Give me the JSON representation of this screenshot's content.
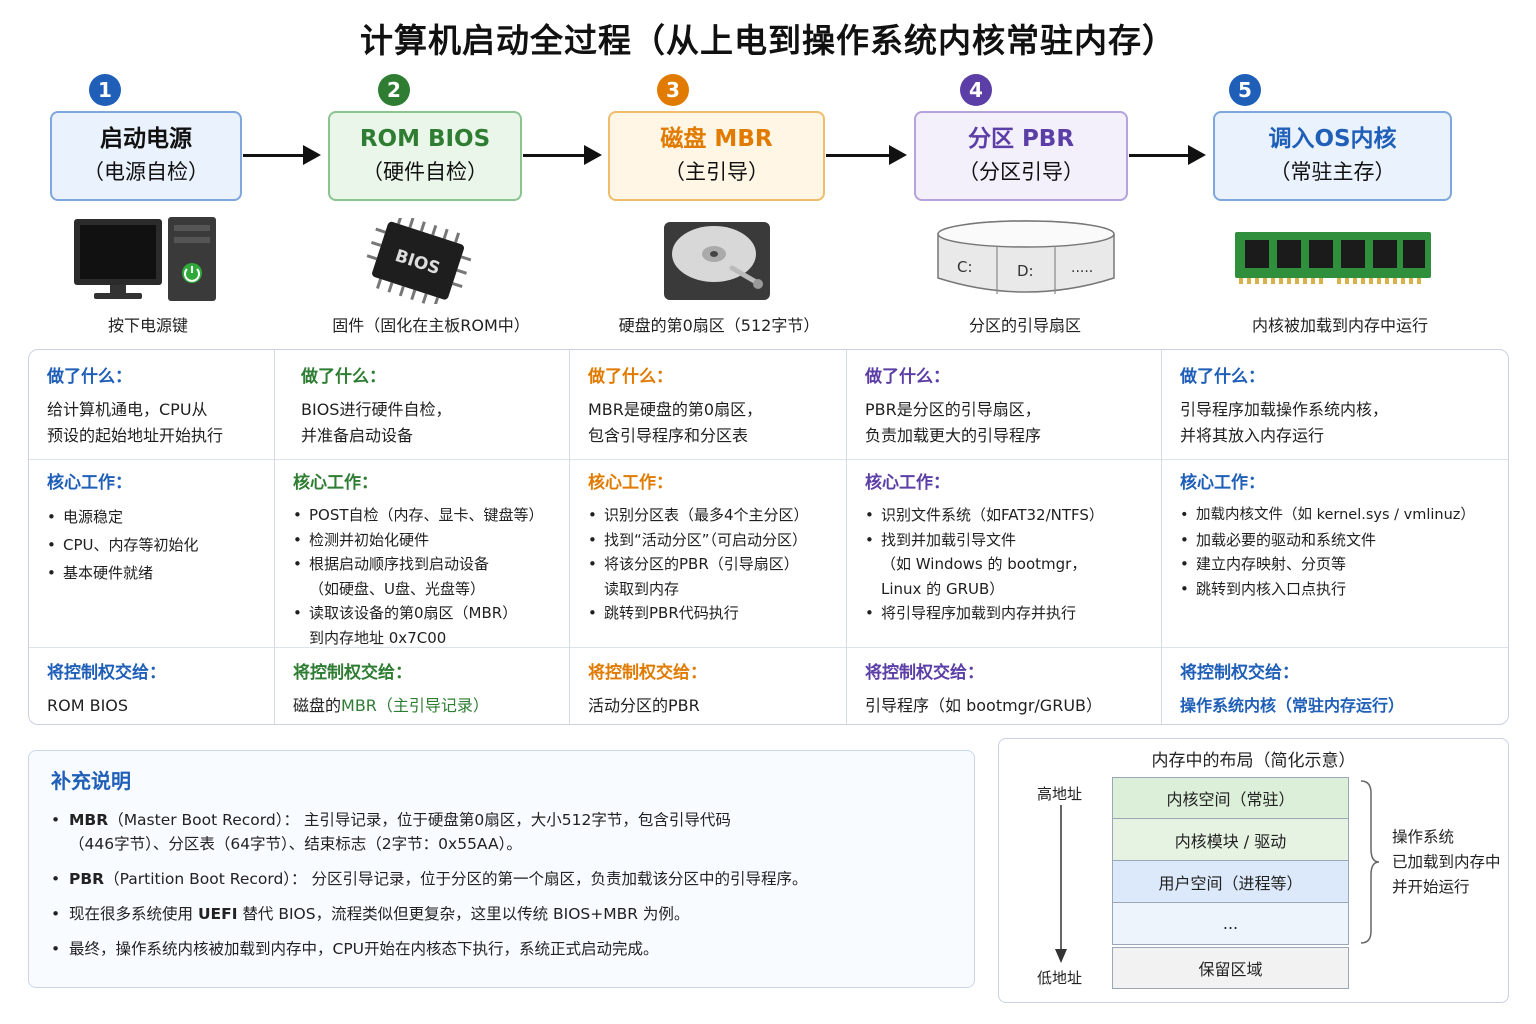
{
  "title": "计算机启动全过程（从上电到操作系统内核常驻内存）",
  "stages": [
    {
      "num": "1",
      "line1": "启动电源",
      "line2": "（电源自检）",
      "caption": "按下电源键",
      "icon": "computer-power-icon",
      "color": "#1f5fb8",
      "bg": "#eaf2fd",
      "border": "#7fa7de"
    },
    {
      "num": "2",
      "line1": "ROM BIOS",
      "line2": "（硬件自检）",
      "caption": "固件（固化在主板ROM中）",
      "icon": "bios-chip-icon",
      "color": "#2e7d32",
      "bg": "#eaf6ea",
      "border": "#8cc48f"
    },
    {
      "num": "3",
      "line1": "磁盘 MBR",
      "line2": "（主引导）",
      "caption": "硬盘的第0扇区（512字节）",
      "icon": "hard-disk-icon",
      "color": "#e07b00",
      "bg": "#fff6e6",
      "border": "#f0bd6c"
    },
    {
      "num": "4",
      "line1": "分区 PBR",
      "line2": "（分区引导）",
      "caption": "分区的引导扇区",
      "icon": "partition-disk-icon",
      "color": "#5b3ea6",
      "bg": "#f3effb",
      "border": "#b4a3dc"
    },
    {
      "num": "5",
      "line1": "调入OS内核",
      "line2": "（常驻主存）",
      "caption": "内核被加载到内存中运行",
      "icon": "memory-module-icon",
      "color": "#1f5fb8",
      "bg": "#eaf2fd",
      "border": "#7fa7de"
    }
  ],
  "columns": [
    {
      "color": "#1f5fb8",
      "what_label": "做了什么：",
      "what": [
        "给计算机通电，CPU从",
        "预设的起始地址开始执行"
      ],
      "core_label": "核心工作：",
      "core": [
        [
          "电源稳定"
        ],
        [
          "CPU、内存等初始化"
        ],
        [
          "基本硬件就绪"
        ]
      ],
      "handoff_label": "将控制权交给：",
      "handoff": "ROM BIOS"
    },
    {
      "color": "#2e7d32",
      "what_label": "做了什么：",
      "what": [
        "BIOS进行硬件自检，",
        "并准备启动设备"
      ],
      "core_label": "核心工作：",
      "core": [
        [
          "POST自检（内存、显卡、键盘等）"
        ],
        [
          "检测并初始化硬件"
        ],
        [
          "根据启动顺序找到启动设备",
          "（如硬盘、U盘、光盘等）"
        ],
        [
          "读取该设备的第0扇区（MBR）",
          "到内存地址 0x7C00"
        ]
      ],
      "handoff_label": "将控制权交给：",
      "handoff_pre": "磁盘的",
      "handoff": "MBR（主引导记录）"
    },
    {
      "color": "#e07b00",
      "what_label": "做了什么：",
      "what": [
        "MBR是硬盘的第0扇区，",
        "包含引导程序和分区表"
      ],
      "core_label": "核心工作：",
      "core": [
        [
          "识别分区表（最多4个主分区）"
        ],
        [
          "找到“活动分区”（可启动分区）"
        ],
        [
          "将该分区的PBR（引导扇区）",
          "读取到内存"
        ],
        [
          "跳转到PBR代码执行"
        ]
      ],
      "handoff_label": "将控制权交给：",
      "handoff": "活动分区的PBR"
    },
    {
      "color": "#5b3ea6",
      "what_label": "做了什么：",
      "what": [
        "PBR是分区的引导扇区，",
        "负责加载更大的引导程序"
      ],
      "core_label": "核心工作：",
      "core": [
        [
          "识别文件系统（如FAT32/NTFS）"
        ],
        [
          "找到并加载引导文件",
          "（如 Windows 的 bootmgr，",
          "Linux 的 GRUB）"
        ],
        [
          "将引导程序加载到内存并执行"
        ]
      ],
      "handoff_label": "将控制权交给：",
      "handoff": "引导程序（如 bootmgr/GRUB）"
    },
    {
      "color": "#1f5fb8",
      "what_label": "做了什么：",
      "what": [
        "引导程序加载操作系统内核，",
        "并将其放入内存运行"
      ],
      "core_label": "核心工作：",
      "core": [
        [
          "加载内核文件（如 kernel.sys / vmlinuz）"
        ],
        [
          "加载必要的驱动和系统文件"
        ],
        [
          "建立内存映射、分页等"
        ],
        [
          "跳转到内核入口点执行"
        ]
      ],
      "handoff_label": "将控制权交给：",
      "handoff": "操作系统内核（常驻内存运行）"
    }
  ],
  "notes": {
    "heading": "补充说明",
    "items": [
      {
        "bold": "MBR",
        "text": "（Master Boot Record）： 主引导记录，位于硬盘第0扇区，大小512字节，包含引导代码",
        "text2": "（446字节）、分区表（64字节）、结束标志（2字节：0x55AA）。"
      },
      {
        "bold": "PBR",
        "text": "（Partition Boot Record）： 分区引导记录，位于分区的第一个扇区，负责加载该分区中的引导程序。",
        "text2": ""
      },
      {
        "pre": "现在很多系统使用 ",
        "bold": "UEFI",
        "text": " 替代 BIOS，流程类似但更复杂，这里以传统 BIOS+MBR 为例。",
        "text2": ""
      },
      {
        "pre": "最终，操作系统内核被加载到内存中，CPU开始在内核态下执行，系统正式启动完成。",
        "bold": "",
        "text": "",
        "text2": ""
      }
    ]
  },
  "memory": {
    "title": "内存中的布局（简化示意）",
    "high": "高地址",
    "low": "低地址",
    "blocks": [
      {
        "label": "内核空间（常驻）",
        "bg": "#dcefd9"
      },
      {
        "label": "内核模块 / 驱动",
        "bg": "#e6f3e3"
      },
      {
        "label": "用户空间（进程等）",
        "bg": "#dce9fa"
      },
      {
        "label": "...",
        "bg": "#eef4fc"
      },
      {
        "label": "保留区域",
        "bg": "#f2f2f2"
      }
    ],
    "side": [
      "操作系统",
      "已加载到内存中",
      "并开始运行"
    ]
  },
  "icon_labels": {
    "bios_chip": "BIOS",
    "partition_c": "C:",
    "partition_d": "D:",
    "partition_more": "....."
  }
}
